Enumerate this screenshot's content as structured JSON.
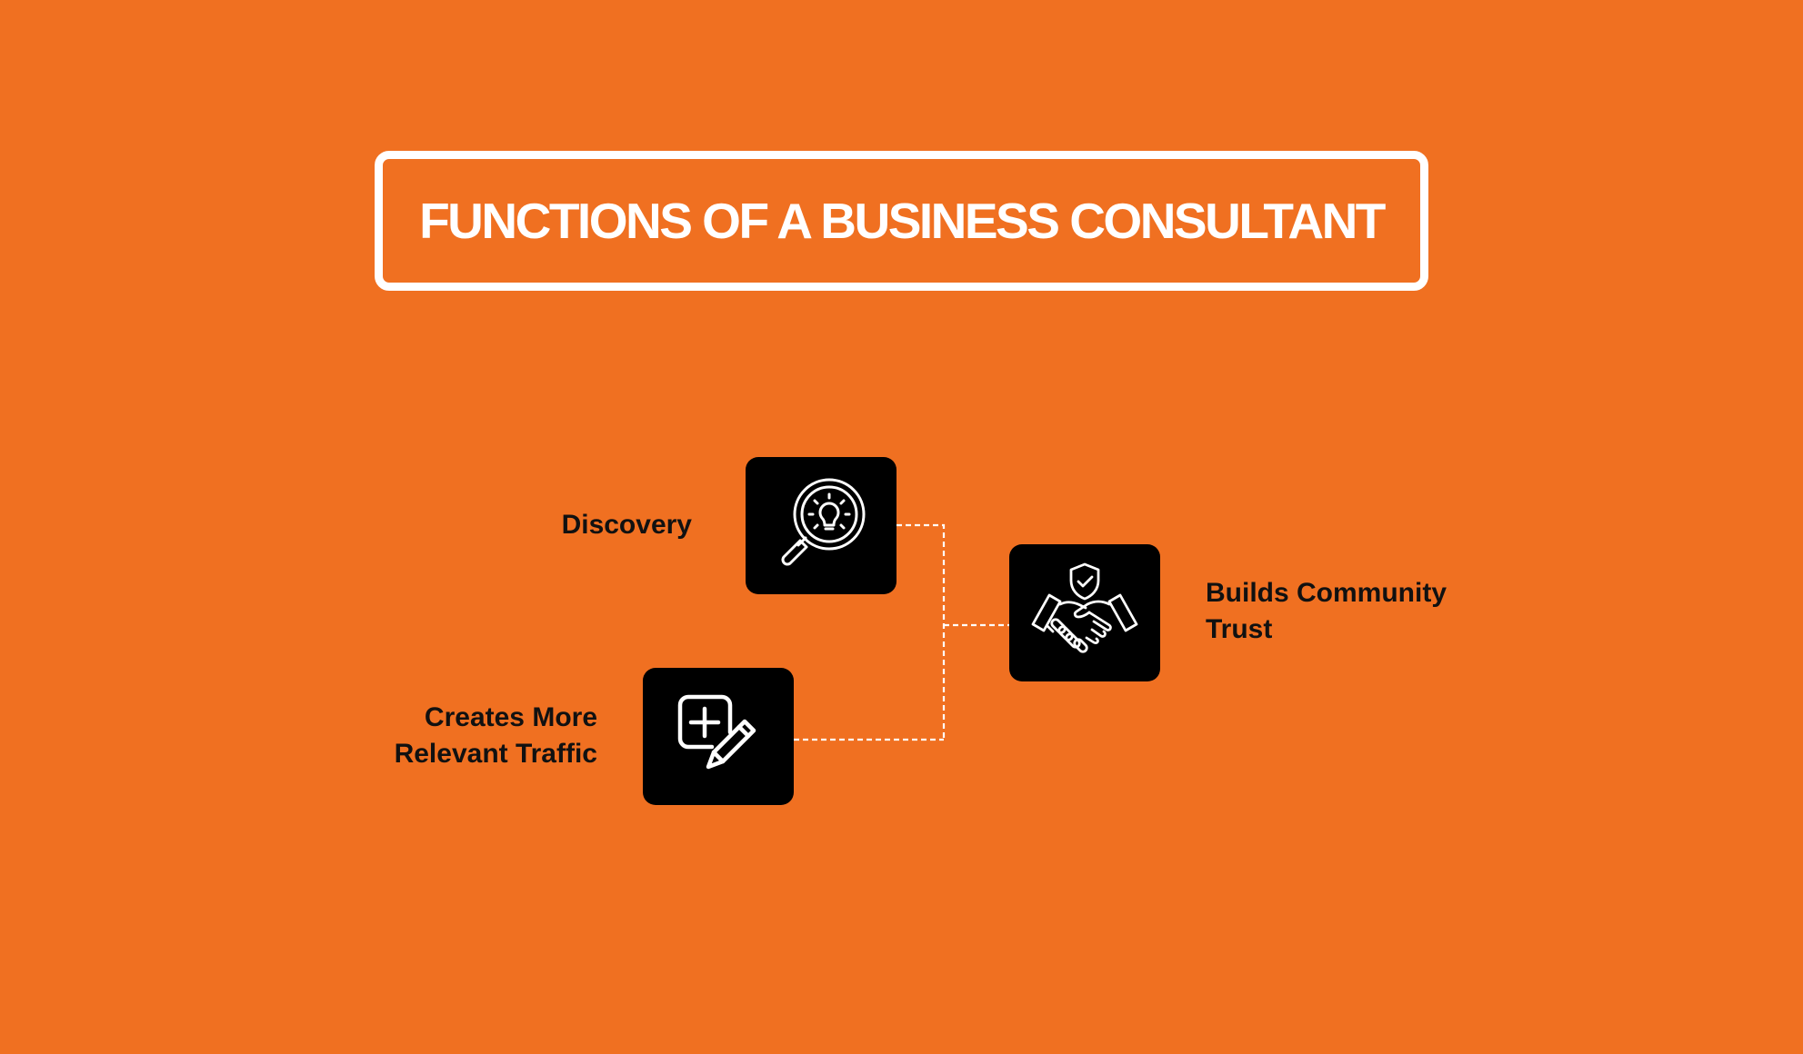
{
  "colors": {
    "background": "#F07021",
    "tile": "#000000",
    "title": "#FFFFFF",
    "label": "#111111",
    "connector": "#FFFFFF"
  },
  "title": "FUNCTIONS OF A BUSINESS CONSULTANT",
  "items": [
    {
      "key": "discovery",
      "lines": [
        "Discovery"
      ],
      "icon": "magnifier-lightbulb-icon"
    },
    {
      "key": "traffic",
      "lines": [
        "Creates More",
        "Relevant Traffic"
      ],
      "icon": "add-edit-icon"
    },
    {
      "key": "trust",
      "lines": [
        "Builds Community",
        "Trust"
      ],
      "icon": "handshake-shield-icon"
    }
  ]
}
